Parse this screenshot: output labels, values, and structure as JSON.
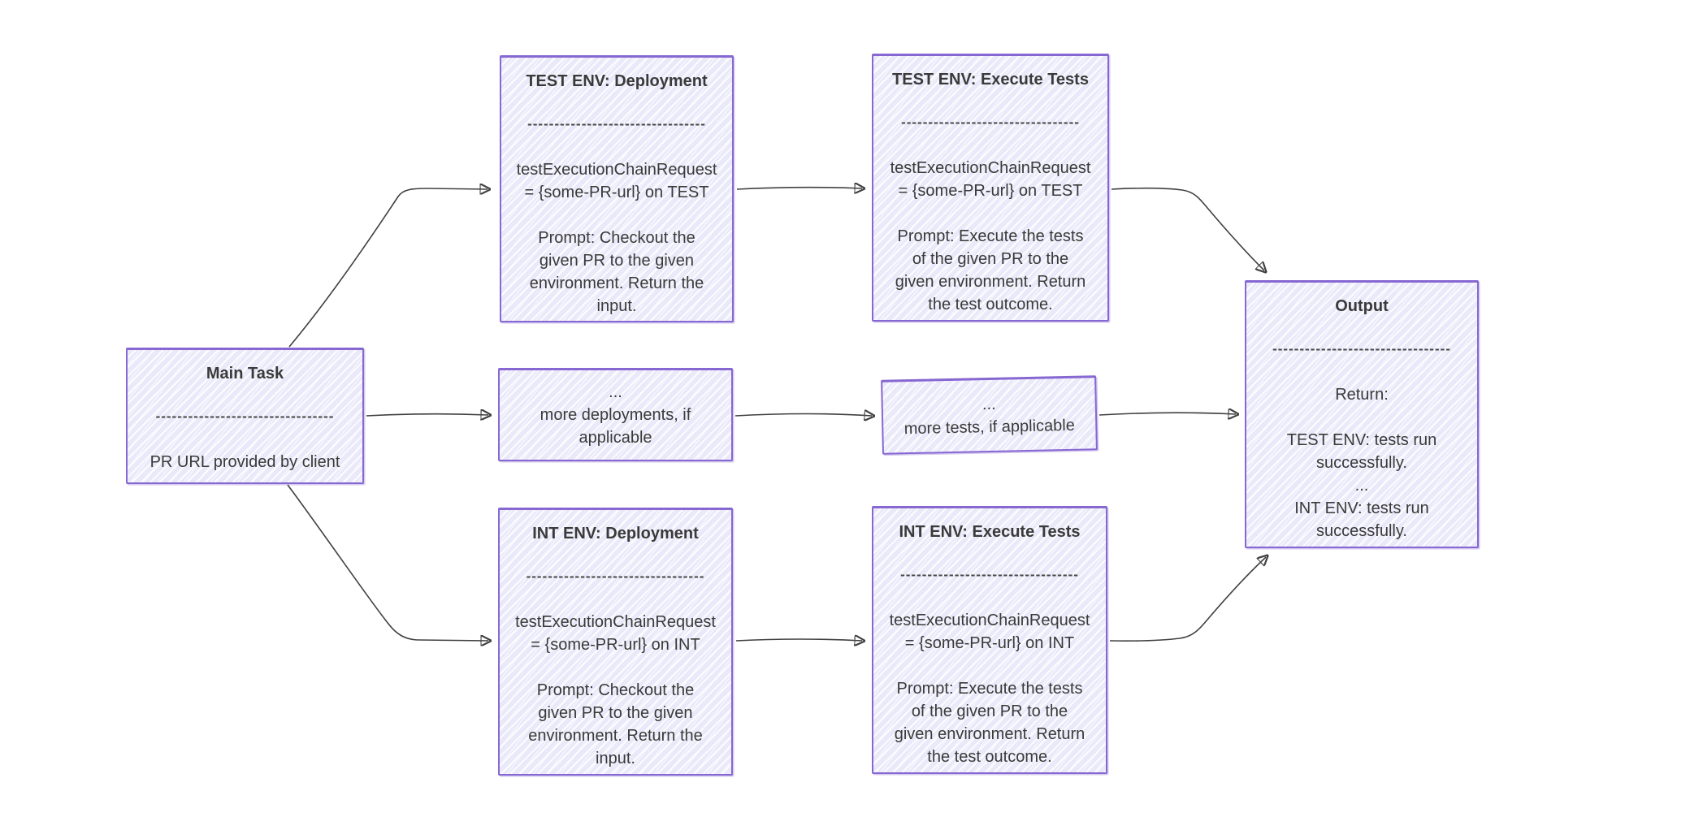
{
  "colors": {
    "background": "#ffffff",
    "node_fill": "#eae9fa",
    "node_border": "#8767d2",
    "text": "#3a3a3a",
    "arrow": "#404040"
  },
  "divider": "---------------------------------",
  "nodes": {
    "main_task": {
      "title": "Main Task",
      "lines": [
        "PR URL provided by client"
      ]
    },
    "test_deploy": {
      "title": "TEST ENV: Deployment",
      "lines": [
        "testExecutionChainRequest",
        "= {some-PR-url} on TEST",
        "",
        "Prompt: Checkout the",
        "given PR to the given",
        "environment. Return the",
        "input."
      ]
    },
    "test_exec": {
      "title": "TEST ENV: Execute Tests",
      "lines": [
        "testExecutionChainRequest",
        "= {some-PR-url} on TEST",
        "",
        "Prompt: Execute the tests",
        "of the given PR to the",
        "given environment. Return",
        "the test outcome."
      ]
    },
    "more_deploy": {
      "lines": [
        "...",
        "more deployments, if",
        "applicable"
      ]
    },
    "more_tests": {
      "lines": [
        "...",
        "more tests, if applicable"
      ]
    },
    "int_deploy": {
      "title": "INT ENV: Deployment",
      "lines": [
        "testExecutionChainRequest",
        "= {some-PR-url} on INT",
        "",
        "Prompt: Checkout the",
        "given PR to the given",
        "environment. Return the",
        "input."
      ]
    },
    "int_exec": {
      "title": "INT ENV: Execute Tests",
      "lines": [
        "testExecutionChainRequest",
        "= {some-PR-url} on INT",
        "",
        "Prompt: Execute the tests",
        "of the given PR to the",
        "given environment. Return",
        "the test outcome."
      ]
    },
    "output": {
      "title": "Output",
      "lines": [
        "Return:",
        "",
        "TEST ENV: tests run",
        "successfully.",
        "...",
        "INT ENV: tests run",
        "successfully."
      ]
    }
  }
}
